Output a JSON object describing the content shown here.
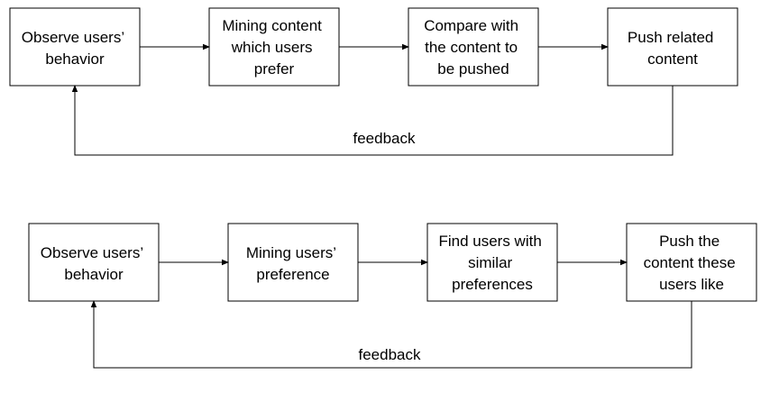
{
  "flows": [
    {
      "steps": [
        {
          "lines": [
            "Observe users’",
            "behavior"
          ]
        },
        {
          "lines": [
            "Mining content",
            "which users",
            "prefer"
          ]
        },
        {
          "lines": [
            "Compare with",
            "the content to",
            "be pushed"
          ]
        },
        {
          "lines": [
            "Push related",
            "content"
          ]
        }
      ],
      "feedback_label": "feedback"
    },
    {
      "steps": [
        {
          "lines": [
            "Observe users’",
            "behavior"
          ]
        },
        {
          "lines": [
            "Mining users’",
            "preference"
          ]
        },
        {
          "lines": [
            "Find users with",
            "similar",
            "preferences"
          ]
        },
        {
          "lines": [
            "Push the",
            "content these",
            "users like"
          ]
        }
      ],
      "feedback_label": "feedback"
    }
  ],
  "colors": {
    "stroke": "#000000",
    "background": "#ffffff",
    "text": "#000000"
  }
}
